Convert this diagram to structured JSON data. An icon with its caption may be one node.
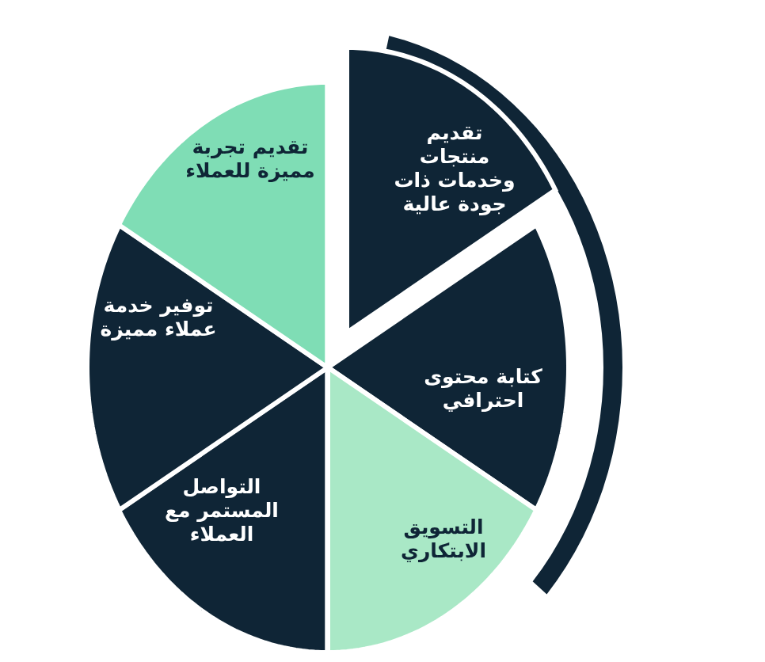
{
  "diagram": {
    "nodes": [
      {
        "text": [
          "تقديم منتجات وخدمات ذات جودة عالية"
        ]
      },
      {
        "text": [
          "كتابة محتوى احترافي"
        ]
      },
      {
        "text": [
          "التسويق الابتكاري"
        ]
      },
      {
        "text": [
          "التواصل المستمر مع العملاء"
        ]
      },
      {
        "text": [
          "توفير خدمة عملاء مميزة"
        ]
      },
      {
        "text": [
          "تقديم تجربة مميزة للعملاء"
        ]
      }
    ]
  }
}
